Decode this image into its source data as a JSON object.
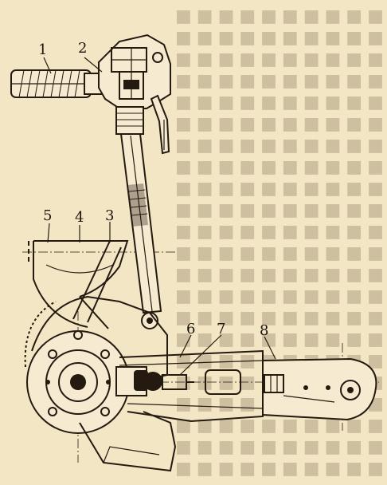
{
  "figure": {
    "callouts": [
      {
        "id": "1",
        "label": "1"
      },
      {
        "id": "2",
        "label": "2"
      },
      {
        "id": "3",
        "label": "3"
      },
      {
        "id": "4",
        "label": "4"
      },
      {
        "id": "5",
        "label": "5"
      },
      {
        "id": "6",
        "label": "6"
      },
      {
        "id": "7",
        "label": "7"
      },
      {
        "id": "8",
        "label": "8"
      }
    ]
  },
  "colors": {
    "paper": "#f3e6c4",
    "ink": "#241a10"
  }
}
